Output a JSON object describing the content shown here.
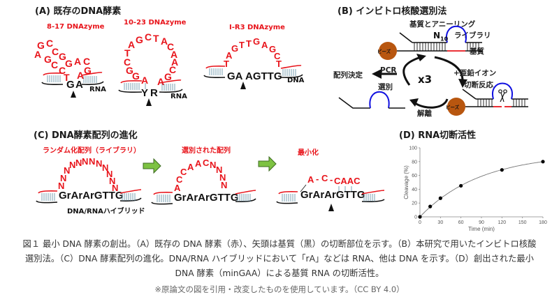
{
  "panelA": {
    "title": "(A) 既存のDNA酵素",
    "enzymes": [
      {
        "name": "8-17 DNAzyme",
        "substrate_label": "RNA",
        "cleavage_site": [
          "G",
          "A"
        ],
        "enzyme_nts": [
          "G",
          "C",
          "A",
          "G",
          "C",
          "G",
          "C",
          "G",
          "C",
          "G",
          "A",
          "C",
          "C",
          "T",
          "A",
          "G"
        ]
      },
      {
        "name": "10-23 DNAzyme",
        "substrate_label": "RNA",
        "cleavage_site": [
          "Y",
          "R"
        ],
        "enzyme_nts": [
          "A",
          "G",
          "C",
          "T",
          "A",
          "C",
          "A",
          "A",
          "C",
          "T",
          "A",
          "C",
          "G",
          "C",
          "G",
          "G",
          "A",
          "R",
          "A",
          "G"
        ]
      },
      {
        "name": "I-R3 DNAzyme",
        "substrate_label": "DNA",
        "substrate_seq": [
          "GA",
          "AGTTG"
        ],
        "enzyme_nts": [
          "T",
          "A",
          "G",
          "T",
          "T",
          "G",
          "A",
          "G",
          "C",
          "T"
        ]
      }
    ]
  },
  "panelB": {
    "title": "(B) インビトロ核酸選別法",
    "annealing": "基質とアニーリング",
    "library": "ライブラリ",
    "n10": "N",
    "n10_sub": "10",
    "substrate": "基質",
    "bead": "ビーズ",
    "pcr": "PCR",
    "sequencing": "配列決定",
    "selection": "選別",
    "cycles": "x3",
    "zinc": "+亜鉛イオン",
    "cleavage_reaction": "切断反応",
    "dissociation": "解離"
  },
  "panelC": {
    "title": "(C) DNA酵素配列の進化",
    "stage1_label": "ランダム化配列（ライブラリ）",
    "stage2_label": "選別された配列",
    "stage3_label": "最小化",
    "stage1_loop": [
      "N",
      "N",
      "N",
      "N",
      "N",
      "N",
      "N",
      "N",
      "N",
      "N",
      "N",
      "N"
    ],
    "stage2_loop": [
      "A",
      "C",
      "C",
      "A",
      "A",
      "C",
      "N",
      "N",
      "N",
      "N"
    ],
    "stage3_loop": [
      "A",
      "-",
      "C",
      "-",
      "CAAC"
    ],
    "core_seq": "GrArArGTTG",
    "hybrid_label": "DNA/RNAハイブリッド"
  },
  "panelD": {
    "title": "(D) RNA切断活性"
  },
  "chart_data": {
    "type": "scatter",
    "title": "(D) RNA切断活性",
    "xlabel": "Time (min)",
    "ylabel": "Cleavage (%)",
    "x": [
      0,
      15,
      30,
      60,
      120,
      180
    ],
    "y": [
      0,
      15,
      27,
      45,
      68,
      80
    ],
    "xlim": [
      0,
      180
    ],
    "ylim": [
      0,
      100
    ],
    "xticks": [
      0,
      30,
      60,
      90,
      120,
      150,
      180
    ],
    "yticks": [
      0,
      20,
      40,
      60,
      80,
      100
    ],
    "fit_curve": "single-exponential",
    "grid": false,
    "legend": "none"
  },
  "caption": {
    "line1": "図１ 最小 DNA 酵素の創出。（A）既存の DNA 酵素（赤）、矢頭は基質（黒）の切断部位を示す。（B）本研究で用いたインビトロ核酸",
    "line2": "選別法。（C）DNA 酵素配列の進化。DNA/RNA ハイブリッドにおいて「rA」などは RNA、他は DNA を示す。（D）創出された最小",
    "line3": "DNA 酵素（minGAA）による基質 RNA の切断活性。",
    "note": "※原論文の図を引用・改変したものを使用しています。（CC BY 4.0）"
  },
  "colors": {
    "enzyme_red": "#e8141b",
    "library_blue": "#1010e0",
    "bead_brown": "#b8560f",
    "arrow_green": "#7dc242"
  }
}
